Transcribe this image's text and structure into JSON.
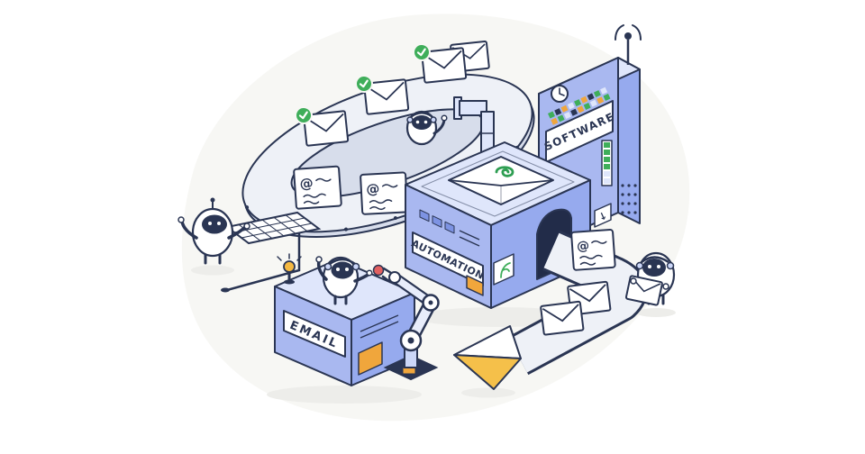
{
  "scene": {
    "description": "Isometric illustration: email automation pipeline with conveyor belts, envelopes, robots and machines",
    "background": "#ffffff",
    "blob": "#f7f7f4"
  },
  "labels": {
    "software": "SOFTWARE",
    "automation": "AUTOMATION",
    "email": "EMAIL"
  },
  "glyphs": {
    "at_sign": "@",
    "down_arrow": "↓"
  },
  "palette": {
    "outline": "#2a3553",
    "periwinkle": "#a9b8f0",
    "periwinkle_dark": "#96aaee",
    "periwinkle_pale": "#dfe6fb",
    "belt": "#eef1f7",
    "belt_edge": "#d7ddeb",
    "green": "#3fae5a",
    "green_dark": "#2e9e52",
    "orange": "#f0a63c",
    "yellow": "#f5c04a",
    "red": "#e26060",
    "shadow": "#ededea"
  },
  "icons": {
    "checkmark": "check",
    "clock": "clock",
    "antenna": "signal-antenna",
    "envelope": "envelope",
    "at_card": "message-card",
    "keyboard": "keyboard",
    "robot": "robot",
    "paper_plane": "paper-plane",
    "siren": "alert-light",
    "robot_arm": "robotic-arm"
  }
}
